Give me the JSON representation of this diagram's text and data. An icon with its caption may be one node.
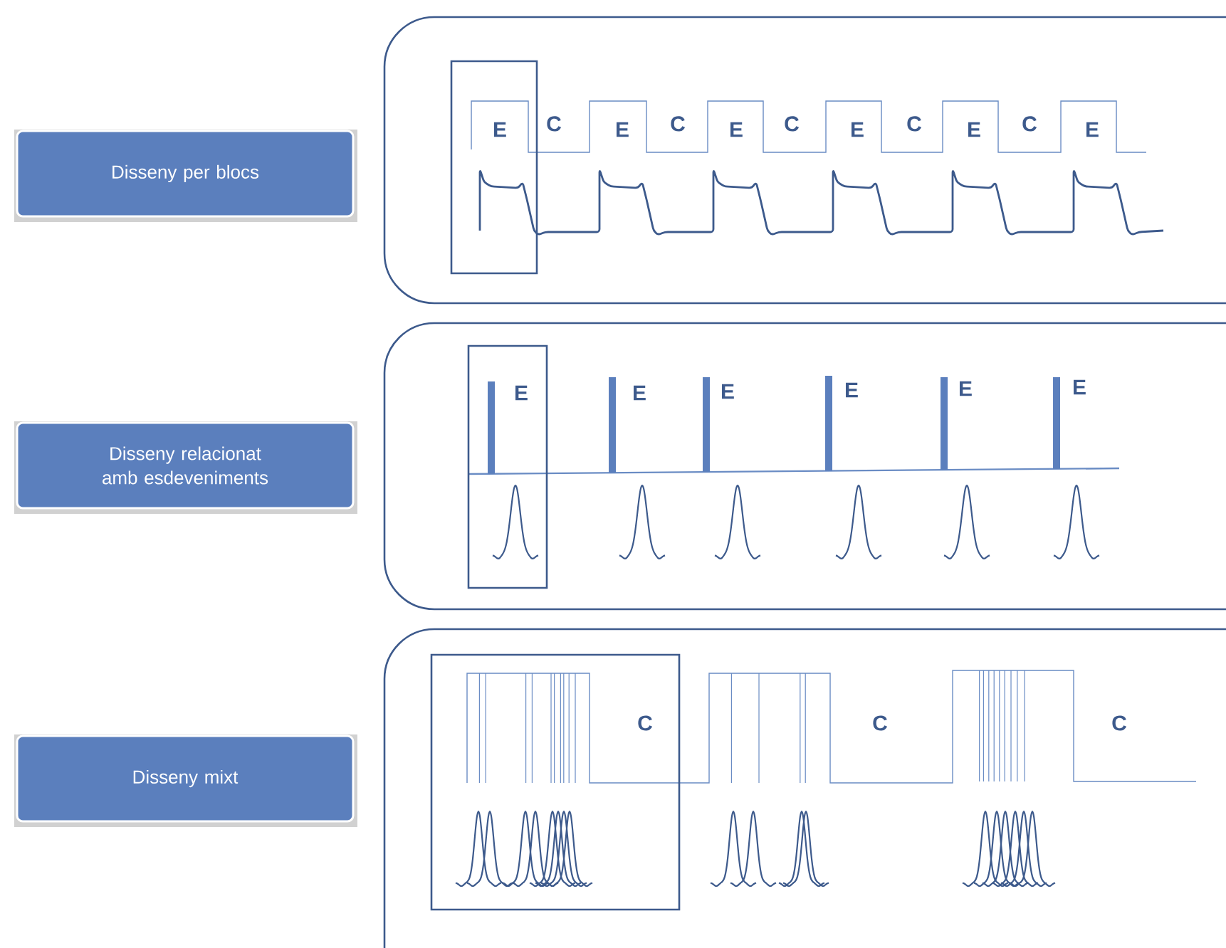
{
  "diagram": {
    "nodes": [
      {
        "text": [
          "Disseny per blocs"
        ]
      },
      {
        "text": [
          "E",
          "C",
          "E",
          "C",
          "E",
          "C",
          "E",
          "C",
          "E",
          "C",
          "E"
        ]
      },
      {
        "text": [
          "Disseny relacionat amb esdeveniments"
        ]
      },
      {
        "text": [
          "E",
          "E",
          "E",
          "E",
          "E",
          "E"
        ]
      },
      {
        "text": [
          "Disseny mixt"
        ]
      },
      {
        "text": [
          "C",
          "C",
          "C"
        ]
      }
    ]
  }
}
